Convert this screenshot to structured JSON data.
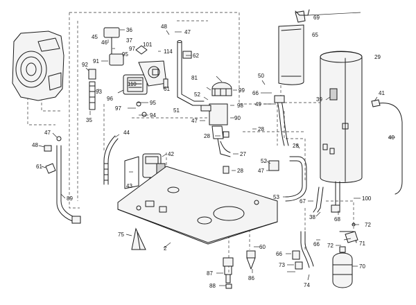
{
  "diagram": {
    "callouts": [
      "2",
      "27",
      "28",
      "28",
      "28",
      "28",
      "29",
      "35",
      "36",
      "37",
      "38",
      "39",
      "40",
      "41",
      "42",
      "43",
      "44",
      "45",
      "46",
      "47",
      "47",
      "47",
      "47",
      "48",
      "48",
      "49",
      "50",
      "51",
      "52",
      "52",
      "53",
      "60",
      "61",
      "61",
      "62",
      "65",
      "66",
      "66",
      "66",
      "67",
      "68",
      "69",
      "70",
      "71",
      "72",
      "72",
      "73",
      "74",
      "75",
      "81",
      "86",
      "87",
      "88",
      "89",
      "90",
      "91",
      "92",
      "93",
      "94",
      "95",
      "95",
      "96",
      "97",
      "97",
      "98",
      "99",
      "100",
      "101",
      "110",
      "114"
    ]
  }
}
